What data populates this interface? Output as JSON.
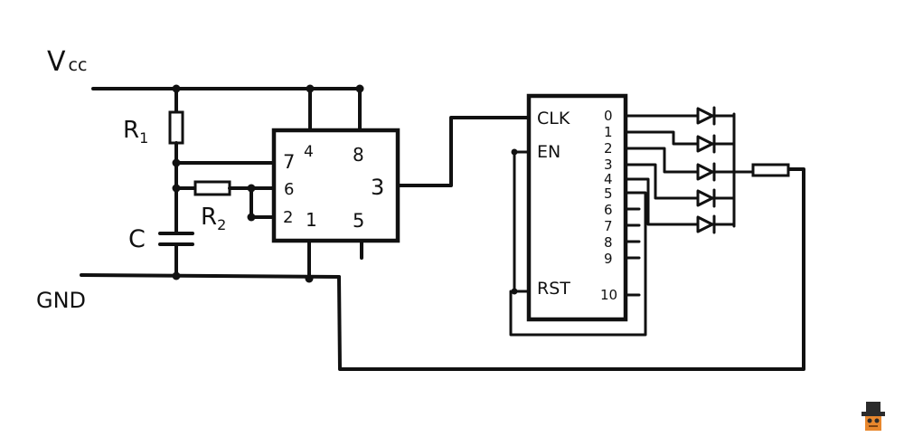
{
  "labels": {
    "vcc_main": "V",
    "vcc_sub": "cc",
    "gnd": "GND",
    "r1_main": "R",
    "r1_sub": "1",
    "r2_main": "R",
    "r2_sub": "2",
    "c": "C"
  },
  "timer_ic": {
    "pins": [
      "7",
      "4",
      "8",
      "6",
      "3",
      "2",
      "1",
      "5"
    ]
  },
  "counter_ic": {
    "clk": "CLK",
    "en": "EN",
    "rst": "RST",
    "outputs": [
      "0",
      "1",
      "2",
      "3",
      "4",
      "5",
      "6",
      "7",
      "8",
      "9",
      "10"
    ]
  }
}
